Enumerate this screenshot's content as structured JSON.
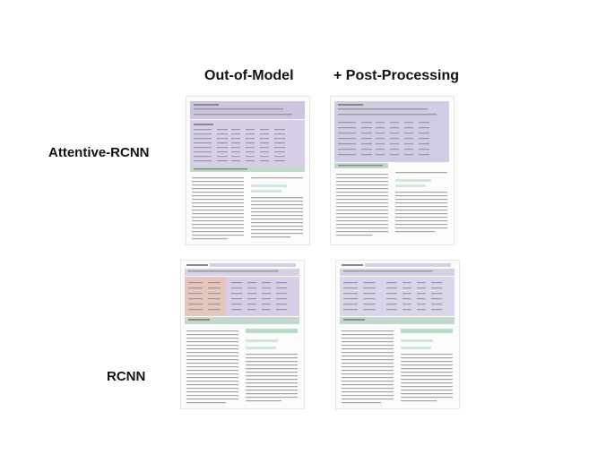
{
  "columns": [
    {
      "label": "Out-of-Model"
    },
    {
      "label": "+ Post-Processing"
    }
  ],
  "rows": [
    {
      "label": "Attentive-RCNN"
    },
    {
      "label": "RCNN"
    }
  ],
  "colors": {
    "table_region": "#c9c1dd",
    "figure_region": "#e5c3b8",
    "caption_region": "#b6dcc5",
    "heading_region": "#cfe7d6",
    "text_line": "#9a9a9a"
  }
}
